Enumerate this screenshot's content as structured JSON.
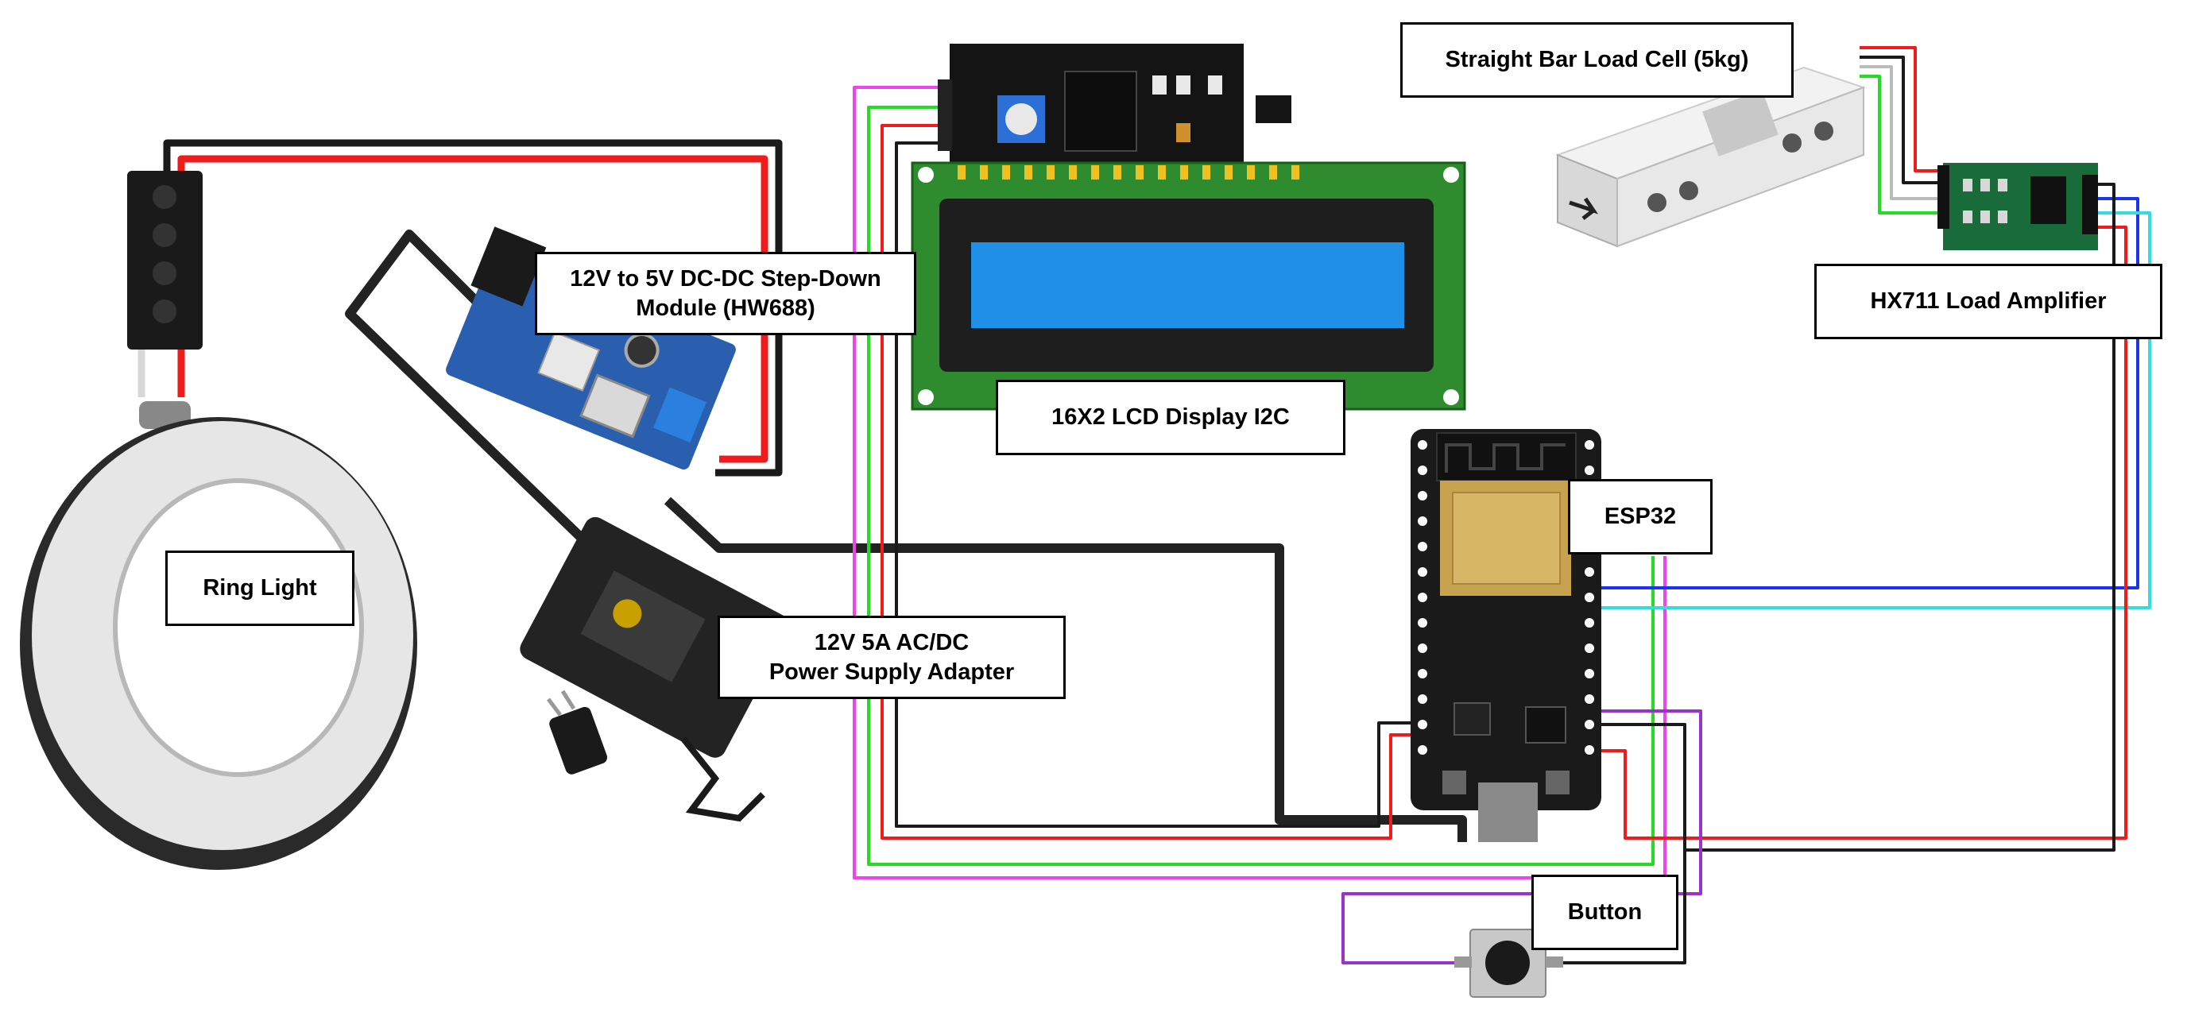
{
  "labels": {
    "load_cell": "Straight Bar Load Cell (5kg)",
    "step_down": "12V to 5V DC-DC Step-Down\nModule (HW688)",
    "lcd": "16X2 LCD Display I2C",
    "hx711": "HX711 Load Amplifier",
    "esp32": "ESP32",
    "ring_light": "Ring Light",
    "power_supply": "12V 5A  AC/DC\nPower Supply Adapter",
    "button": "Button"
  },
  "wire_colors": {
    "red": "#ee1c1c",
    "black": "#1a1a1a",
    "white": "#d8d8d8",
    "green": "#22dd22",
    "magenta": "#ee44ee",
    "purple": "#9933cc",
    "blue": "#1a33ee",
    "cyan": "#33dddd"
  },
  "module_colors": {
    "lcd_pcb": "#2e8b2e",
    "lcd_screen": "#1f8fe8",
    "esp32_board": "#1a1a1a",
    "step_down_pcb": "#2a5fb0",
    "hx711_pcb": "#1a6b3a"
  }
}
